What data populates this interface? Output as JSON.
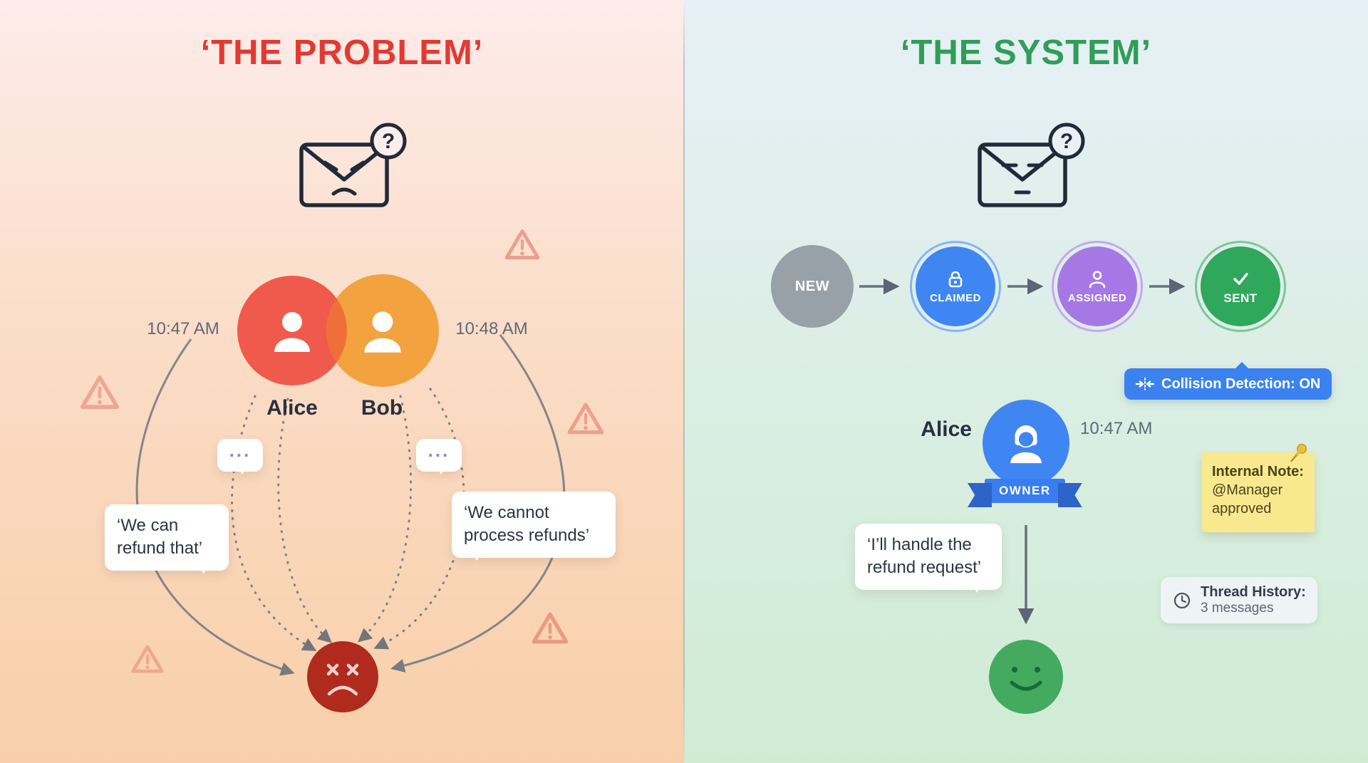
{
  "left": {
    "title": "‘THE PROBLEM’",
    "envelope_badge": "?",
    "alice": {
      "name": "Alice",
      "time": "10:47 AM"
    },
    "bob": {
      "name": "Bob",
      "time": "10:48 AM"
    },
    "typing_dots": "...",
    "bubbles": {
      "alice": "‘We can refund that’",
      "bob": "‘We cannot process refunds’"
    }
  },
  "right": {
    "title": "‘THE SYSTEM’",
    "envelope_badge": "?",
    "workflow": [
      {
        "label": "NEW",
        "color": "#98a0a8"
      },
      {
        "label": "CLAIMED",
        "color": "#3f86f2"
      },
      {
        "label": "ASSIGNED",
        "color": "#a678e6"
      },
      {
        "label": "SENT",
        "color": "#2fa85c"
      }
    ],
    "collision_badge": "Collision Detection: ON",
    "owner": {
      "name": "Alice",
      "time": "10:47 AM",
      "badge": "OWNER"
    },
    "bubble": "‘I’ll handle the refund request’",
    "sticky_note": {
      "title": "Internal Note:",
      "body": "@Manager approved"
    },
    "thread_history": {
      "title": "Thread History:",
      "body": "3 messages"
    }
  },
  "colors": {
    "problem_title": "#e13a33",
    "system_title": "#2f9e57",
    "alice_circle": "#f05a4d",
    "bob_circle": "#f2a23f",
    "error_face": "#b02a1e",
    "success_face": "#43aa5f",
    "stage_new": "#98a0a8",
    "stage_claimed": "#3f86f2",
    "stage_assigned": "#a678e6",
    "stage_sent": "#2fa85c",
    "collision_pill": "#3b82f0",
    "owner_ribbon": "#3a7df0",
    "sticky_note": "#f8e98e"
  }
}
